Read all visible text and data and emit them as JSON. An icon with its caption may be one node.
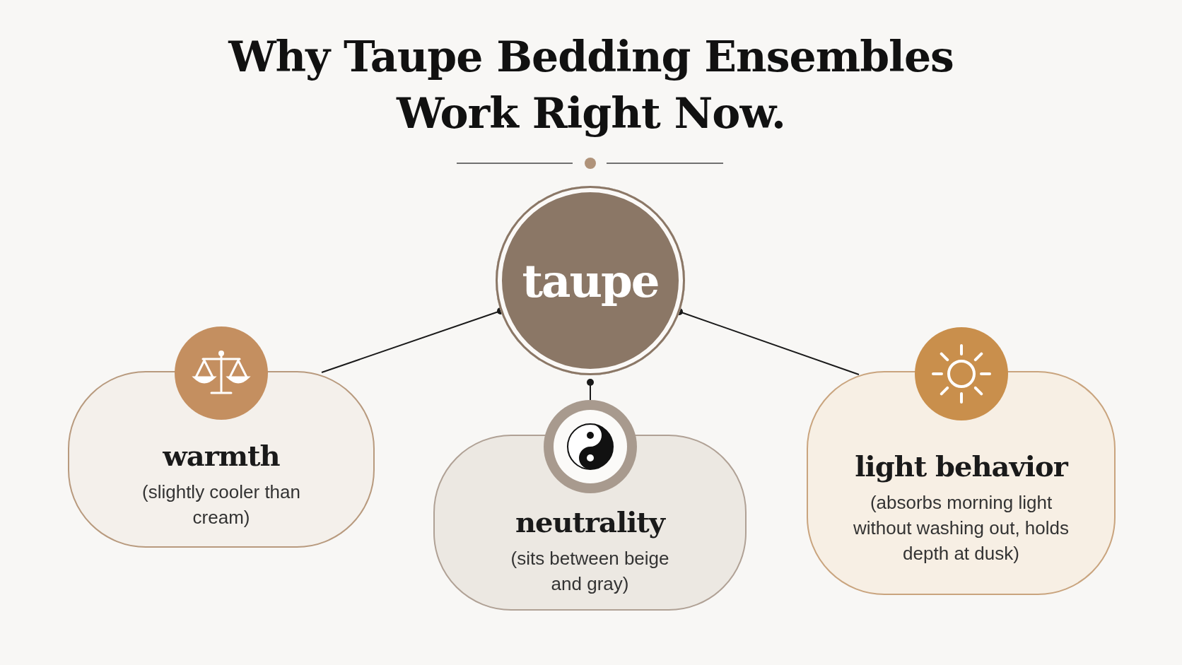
{
  "diagram": {
    "title": "Why Taupe Bedding Ensembles Work Right Now.",
    "nodes": [
      {
        "text": [
          "taupe"
        ]
      },
      {
        "text": [
          "warmth",
          "(slightly cooler than cream)"
        ]
      },
      {
        "text": [
          "neutrality",
          "(sits between beige and gray)"
        ]
      },
      {
        "text": [
          "light behavior",
          "(absorbs morning light without washing out, holds depth at dusk)"
        ]
      }
    ],
    "edges": [
      {
        "from": 0,
        "to": 1,
        "arrow": "other"
      },
      {
        "from": 0,
        "to": 2,
        "arrow": "other"
      },
      {
        "from": 0,
        "to": 3,
        "arrow": "other"
      }
    ]
  }
}
